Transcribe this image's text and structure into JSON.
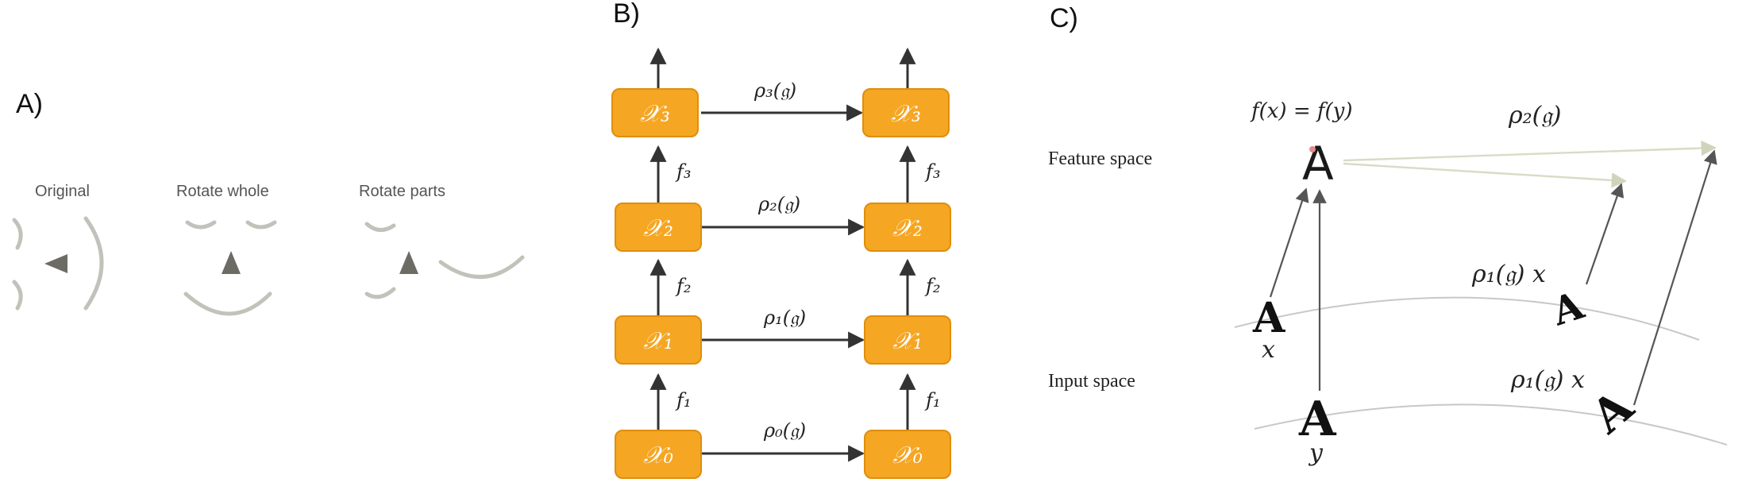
{
  "panels": {
    "a": {
      "label": "A)",
      "captions": [
        "Original",
        "Rotate whole",
        "Rotate parts"
      ]
    },
    "b": {
      "label": "B)",
      "layers": [
        {
          "left": "𝒳₀",
          "right": "𝒳₀",
          "rho": "ρ₀(𝔤)"
        },
        {
          "left": "𝒳₁",
          "right": "𝒳₁",
          "rho": "ρ₁(𝔤)"
        },
        {
          "left": "𝒳₂",
          "right": "𝒳₂",
          "rho": "ρ₂(𝔤)"
        },
        {
          "left": "𝒳₃",
          "right": "𝒳₃",
          "rho": "ρ₃(𝔤)"
        }
      ],
      "maps": [
        "f₁",
        "f₂",
        "f₃"
      ]
    },
    "c": {
      "label": "C)",
      "feature_space": "Feature space",
      "input_space": "Input space",
      "invariance": "f(x) = f(y)",
      "rho2": "ρ₂(𝔤)",
      "rho1_upper": "ρ₁(𝔤) x",
      "rho1_lower": "ρ₁(𝔤) x",
      "var_x": "x",
      "var_y": "y",
      "glyph_feature": "A",
      "glyph_x": "A",
      "glyph_y": "A",
      "glyph_x_rot": "A",
      "glyph_y_rot": "A"
    }
  }
}
